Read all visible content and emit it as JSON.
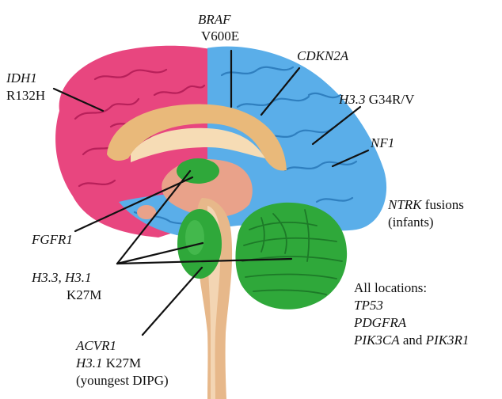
{
  "colors": {
    "frontal_lobe": "#e8467f",
    "cortex_blue": "#5aaee9",
    "cortex_blue_dark": "#2f7fbf",
    "corpus_callosum": "#e9b97a",
    "mutation_site_green": "#2fa83a",
    "brainstem": "#e7b88a",
    "lines": "#111111"
  },
  "labels": {
    "braf": {
      "gene": "BRAF",
      "variant": "V600E"
    },
    "cdkn2a": {
      "gene": "CDKN2A"
    },
    "idh1": {
      "gene": "IDH1",
      "variant": "R132H"
    },
    "h33_g34": {
      "gene": "H3.3",
      "variant": "G34R/V"
    },
    "nf1": {
      "gene": "NF1"
    },
    "ntrk": {
      "gene": "NTRK",
      "suffix": "fusions",
      "note": "(infants)"
    },
    "fgfr1": {
      "gene": "FGFR1"
    },
    "h33_h31": {
      "gene": "H3.3, H3.1",
      "variant": "K27M"
    },
    "all_locations": {
      "heading": "All locations:",
      "gene1": "TP53",
      "gene2": "PDGFRA",
      "gene3a": "PIK3CA",
      "and": "and",
      "gene3b": "PIK3R1"
    },
    "acvr1": {
      "gene": "ACVR1",
      "gene2": "H3.1",
      "variant": "K27M",
      "note": "(youngest DIPG)"
    }
  }
}
